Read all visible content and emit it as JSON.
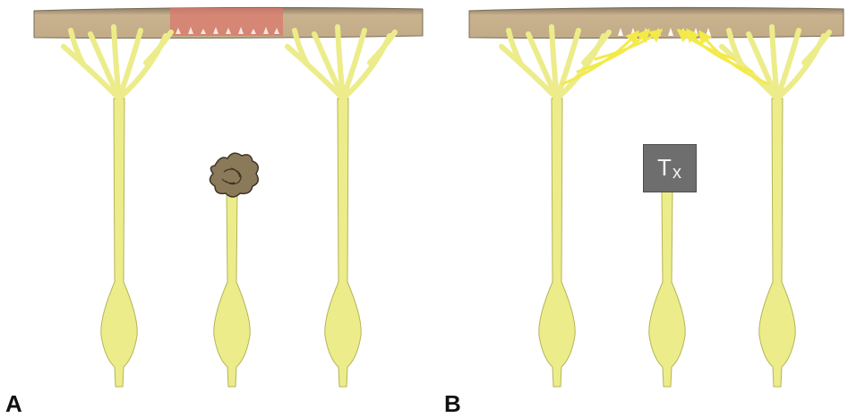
{
  "panels": [
    {
      "label": "A"
    },
    {
      "label": "B"
    }
  ],
  "therapy_label": {
    "main": "T",
    "sub": "x"
  },
  "colors": {
    "retina_band": "#c9b28e",
    "lesion_highlight": "#d9786c",
    "cell": "#ecec8a",
    "cell_outline": "#b4b45a",
    "arrow": "#f3ea4a",
    "degenerated_terminal": "#8a7a5a",
    "therapy_box": "#6e6e6e"
  },
  "icons": [
    "photoreceptor-cell-icon",
    "degenerated-terminal-icon",
    "growth-arrow-icon"
  ]
}
